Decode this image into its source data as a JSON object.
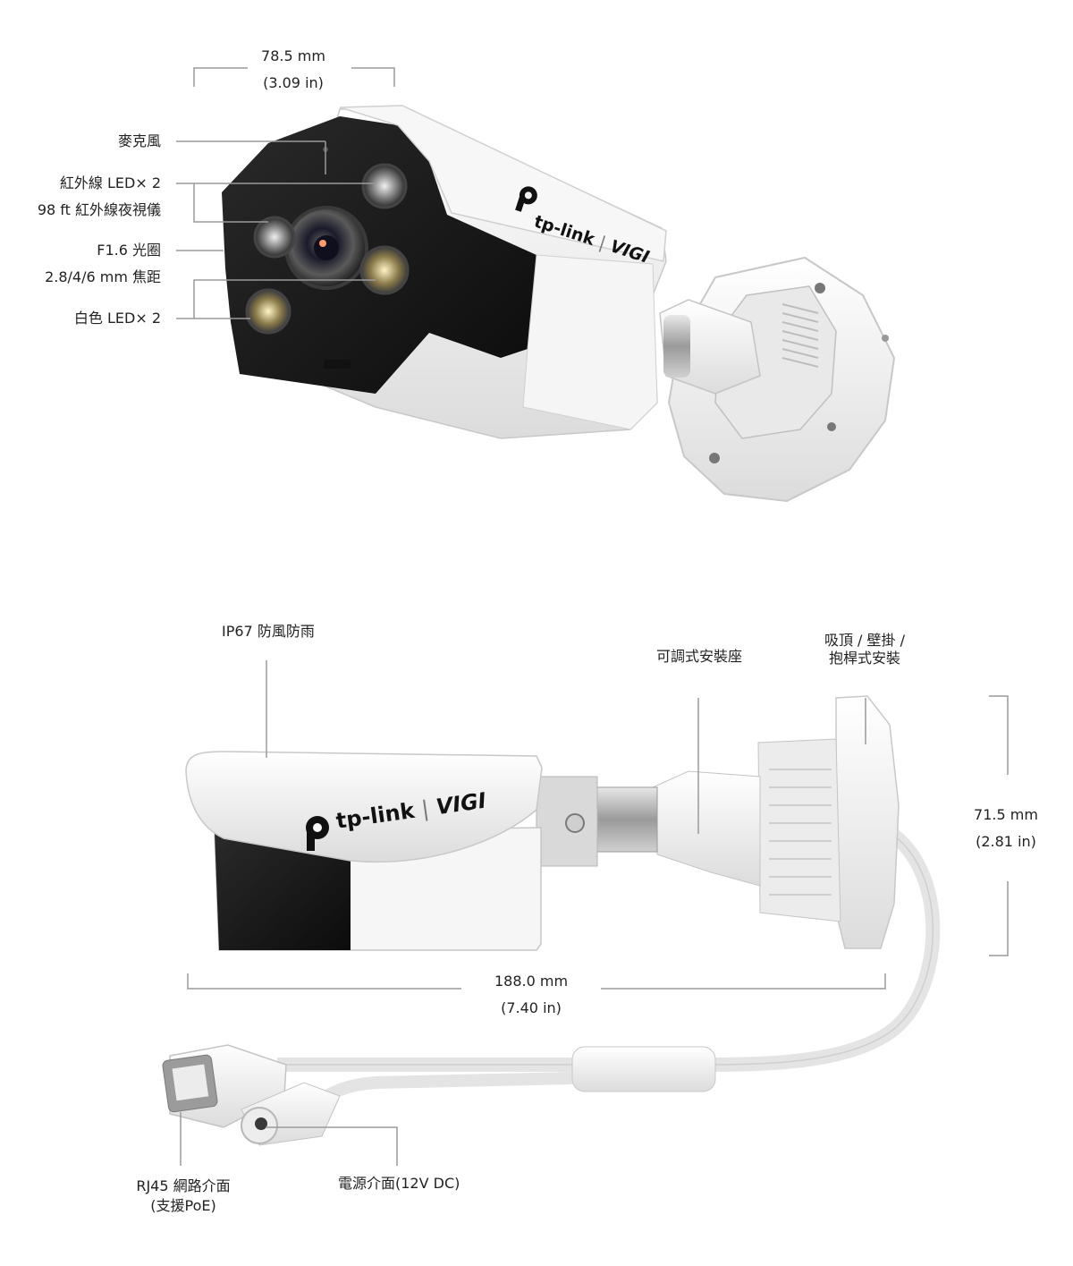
{
  "top_view": {
    "width_dim": {
      "mm": "78.5 mm",
      "in": "(3.09 in)"
    },
    "labels": {
      "microphone": "麥克風",
      "ir_led": "紅外線 LED× 2",
      "night_vision": "98 ft 紅外線夜視儀",
      "aperture": "F1.6 光圈",
      "focal_length": "2.8/4/6 mm 焦距",
      "white_led": "白色 LED× 2"
    },
    "brand": {
      "logo": "tp-link",
      "product": "VIGI"
    }
  },
  "side_view": {
    "labels": {
      "ip67": "IP67 防風防雨",
      "adjustable_mount": "可調式安裝座",
      "mount_types_line1": "吸頂 / 壁掛 /",
      "mount_types_line2": "抱桿式安裝",
      "rj45_line1": "RJ45 網路介面",
      "rj45_line2": "(支援PoE)",
      "power": "電源介面(12V DC)"
    },
    "height_dim": {
      "mm": "71.5 mm",
      "in": "(2.81 in)"
    },
    "length_dim": {
      "mm": "188.0 mm",
      "in": "(7.40 in)"
    },
    "brand": {
      "logo": "tp-link",
      "product": "VIGI"
    }
  },
  "colors": {
    "line": "#9a9a9a",
    "housing": "#f3f3f3",
    "dark": "#1c1c1c"
  }
}
